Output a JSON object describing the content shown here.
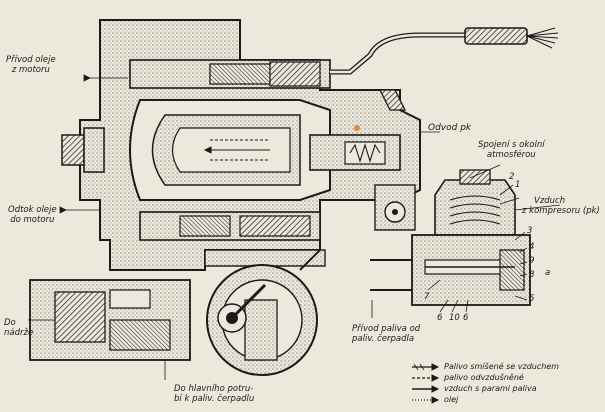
{
  "labels": {
    "oil_inlet": [
      "Přívod oleje",
      "z motoru"
    ],
    "oil_outlet": [
      "Odtok oleje",
      "do motoru"
    ],
    "to_tank": [
      "Do",
      "nádrže"
    ],
    "to_main_pipe": [
      "Do hlavního potru-",
      "bí k paliv. čerpadlu"
    ],
    "fuel_supply": [
      "Přívod paliva od",
      "paliv. čerpadla"
    ],
    "outlet_pk": "Odvod pk",
    "atmosphere": [
      "Spojení s okolní",
      "atmosférou"
    ],
    "compressor_air": [
      "Vzduch",
      "z kompresoru (pk)"
    ]
  },
  "part_numbers": [
    "1",
    "2",
    "3",
    "4",
    "5",
    "6",
    "7",
    "8",
    "9",
    "10",
    "6",
    "a"
  ],
  "legend": [
    {
      "symbol": "arrow-hatched",
      "text": "Palivo smíšené se vzduchem"
    },
    {
      "symbol": "arrow-dash",
      "text": "palivo odvzdušněné"
    },
    {
      "symbol": "arrow-solid",
      "text": "vzduch s parami paliva"
    },
    {
      "symbol": "arrow-dot",
      "text": "olej"
    }
  ],
  "colors": {
    "paper": "#ece8dc",
    "ink": "#1a1a1a",
    "stipple": "#8a8578",
    "accent": "#d98a3a"
  }
}
